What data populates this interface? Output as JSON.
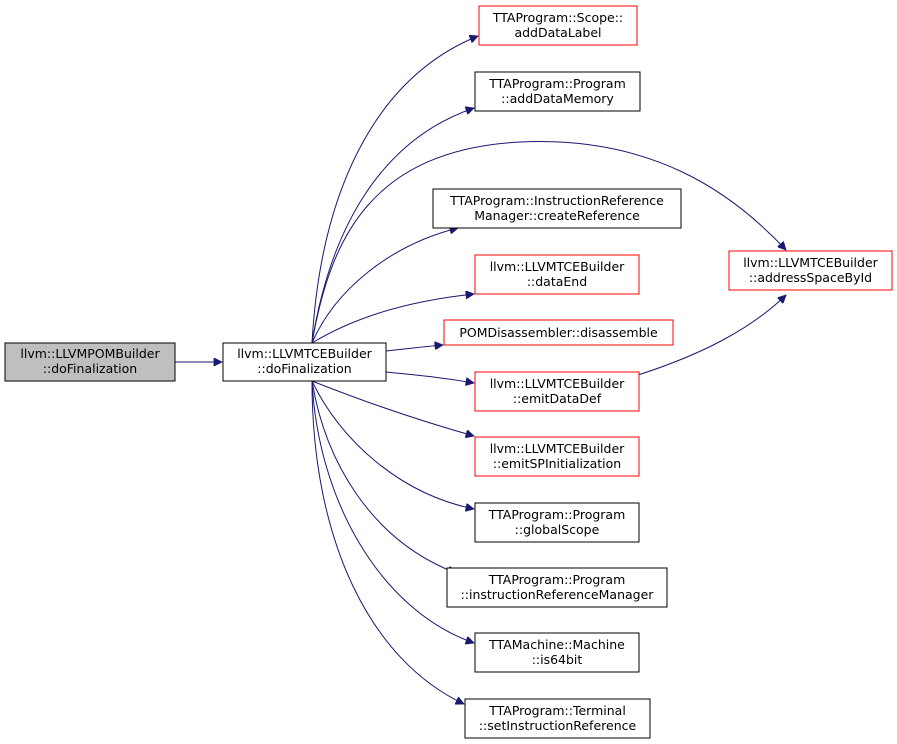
{
  "colors": {
    "edge": "#191970",
    "border_default": "#000000",
    "border_link": "#ff0000",
    "focus_fill": "#bfbfbf",
    "node_fill": "#ffffff"
  },
  "nodes": [
    {
      "id": "n0",
      "lines": [
        "llvm::LLVMPOMBuilder",
        "::doFinalization"
      ],
      "style": "focus"
    },
    {
      "id": "n1",
      "lines": [
        "llvm::LLVMTCEBuilder",
        "::doFinalization"
      ],
      "style": "default"
    },
    {
      "id": "n2",
      "lines": [
        "TTAProgram::Scope::",
        "addDataLabel"
      ],
      "style": "link"
    },
    {
      "id": "n3",
      "lines": [
        "TTAProgram::Program",
        "::addDataMemory"
      ],
      "style": "default"
    },
    {
      "id": "n4",
      "lines": [
        "llvm::LLVMTCEBuilder",
        "::addressSpaceById"
      ],
      "style": "link"
    },
    {
      "id": "n5",
      "lines": [
        "TTAProgram::InstructionReference",
        "Manager::createReference"
      ],
      "style": "default"
    },
    {
      "id": "n6",
      "lines": [
        "llvm::LLVMTCEBuilder",
        "::dataEnd"
      ],
      "style": "link"
    },
    {
      "id": "n7",
      "lines": [
        "POMDisassembler::disassemble"
      ],
      "style": "link"
    },
    {
      "id": "n8",
      "lines": [
        "llvm::LLVMTCEBuilder",
        "::emitDataDef"
      ],
      "style": "link"
    },
    {
      "id": "n9",
      "lines": [
        "llvm::LLVMTCEBuilder",
        "::emitSPInitialization"
      ],
      "style": "link"
    },
    {
      "id": "n10",
      "lines": [
        "TTAProgram::Program",
        "::globalScope"
      ],
      "style": "default"
    },
    {
      "id": "n11",
      "lines": [
        "TTAProgram::Program",
        "::instructionReferenceManager"
      ],
      "style": "default"
    },
    {
      "id": "n12",
      "lines": [
        "TTAMachine::Machine",
        "::is64bit"
      ],
      "style": "default"
    },
    {
      "id": "n13",
      "lines": [
        "TTAProgram::Terminal",
        "::setInstructionReference"
      ],
      "style": "default"
    }
  ],
  "edges": [
    {
      "from": "n0",
      "to": "n1"
    },
    {
      "from": "n1",
      "to": "n2"
    },
    {
      "from": "n1",
      "to": "n3"
    },
    {
      "from": "n1",
      "to": "n4"
    },
    {
      "from": "n1",
      "to": "n5"
    },
    {
      "from": "n1",
      "to": "n6"
    },
    {
      "from": "n1",
      "to": "n7"
    },
    {
      "from": "n1",
      "to": "n8"
    },
    {
      "from": "n1",
      "to": "n9"
    },
    {
      "from": "n1",
      "to": "n10"
    },
    {
      "from": "n1",
      "to": "n11"
    },
    {
      "from": "n1",
      "to": "n12"
    },
    {
      "from": "n1",
      "to": "n13"
    },
    {
      "from": "n8",
      "to": "n4"
    }
  ]
}
